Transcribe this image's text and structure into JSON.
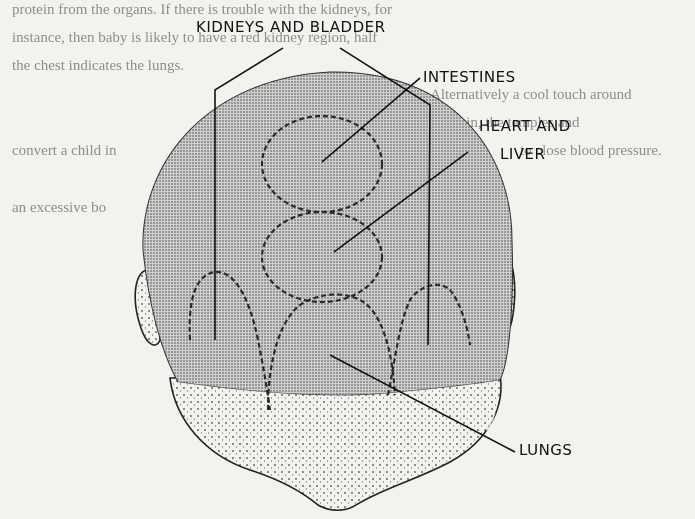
{
  "background_text": [
    "protein from the organs. If there is trouble with the kidneys, for",
    "instance, then baby is likely to have a red kidney region, half",
    "the chest indicates the lungs.",
    "Alternatively a cool touch around",
    "the chin, the temples and",
    "to close blood pressure.",
    "convert a child in",
    "an excessive bo"
  ],
  "labels": {
    "kidneys_bladder": "KIDNEYS AND BLADDER",
    "intestines": "INTESTINES",
    "heart_liver_line1": "HEART AND",
    "heart_liver_line2": "LIVER",
    "lungs": "LUNGS"
  },
  "colors": {
    "ink": "#1a1a1a",
    "shade": "#b4b4b4",
    "paper": "#f3f2ef"
  }
}
